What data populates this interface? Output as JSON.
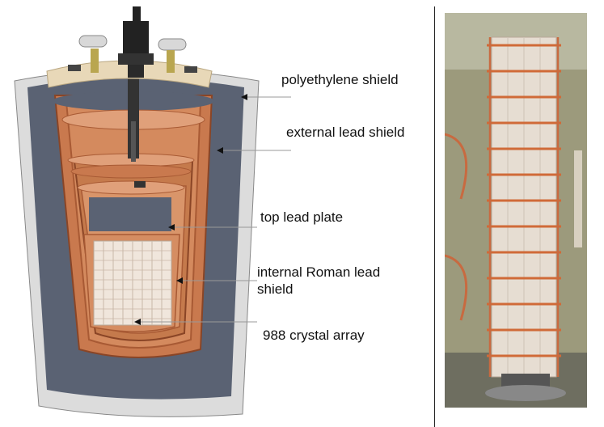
{
  "labels": {
    "polyethylene": "polyethylene shield",
    "external_lead": "external lead shield",
    "top_plate": "top lead plate",
    "roman_line1": "internal Roman lead",
    "roman_line2": "shield",
    "crystal_array": "988 crystal array"
  },
  "colors": {
    "outer_shell": "#dcdcdc",
    "lead": "#5a6273",
    "copper": "#c9794e",
    "copper_dark": "#a85a34",
    "copper_light": "#e0a07a",
    "top_plate": "#e8d8b8",
    "crystal": "#f0e6dc",
    "photo_bg": "#9c9a7c"
  }
}
